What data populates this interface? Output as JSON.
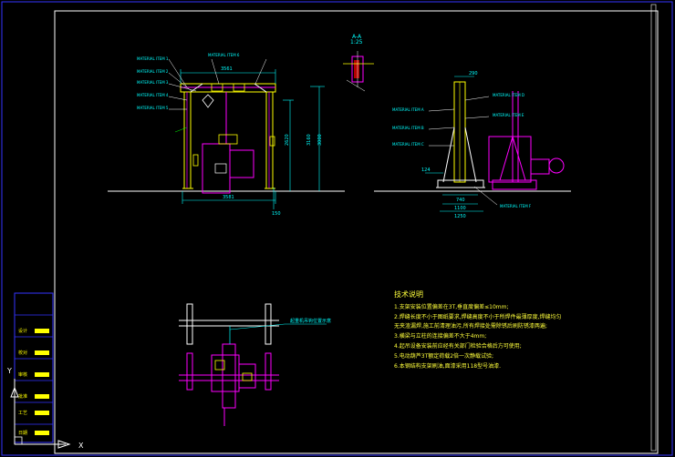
{
  "section_mark": "A-A",
  "section_scale": "1:25",
  "front_view": {
    "dim_top_span": "3561",
    "dim_bottom_span": "3581",
    "dim_total_height": "3000",
    "dim_side_height": "3160",
    "dim_inner_height": "2620",
    "dim_small": "150",
    "callouts": [
      "MATERIAL ITEM 1",
      "MATERIAL ITEM 2",
      "MATERIAL ITEM 3",
      "MATERIAL ITEM 4",
      "MATERIAL ITEM 5",
      "MATERIAL ITEM 6"
    ]
  },
  "side_view": {
    "dim_top": "290",
    "dim_left": "124",
    "dim_base1": "740",
    "dim_base2": "1100",
    "dim_base3": "1250",
    "callouts": [
      "MATERIAL ITEM A",
      "MATERIAL ITEM B",
      "MATERIAL ITEM C",
      "MATERIAL ITEM D",
      "MATERIAL ITEM E",
      "MATERIAL ITEM F"
    ]
  },
  "plan_view": {
    "label": "起重机吊钩位置示意"
  },
  "notes": {
    "title": "技术说明",
    "lines": [
      "1.支架安装位置偏差在3T,垂直度偏差≤10mm;",
      "2.焊缝长度不小于图纸要求,焊缝高度不小于所焊件最薄厚度,焊缝均匀",
      "  无夹渣漏焊,施工前清理油污,所有焊接处需除锈后刷防锈漆两遍;",
      "3.横梁与立柱的连接偏差不大于4mm;",
      "4.起吊设备安装前应经有关部门检验合格后方可使用;",
      "5.电动葫芦3T额定荷载2倍一次静载试验;",
      "6.本钢结构支架刷油,面漆采用118型号油漆."
    ]
  },
  "title_block": {
    "labels": [
      "设计",
      "校对",
      "审核",
      "批准",
      "工艺",
      "日期"
    ]
  },
  "ucs": {
    "x_label": "X",
    "y_label": "Y"
  },
  "colors": {
    "structure": "#ff00ff",
    "detail": "#ffff00",
    "dimension": "#00ffff",
    "ground": "#ffffff",
    "leader": "#00ff00",
    "title_block": "#3333ff"
  }
}
